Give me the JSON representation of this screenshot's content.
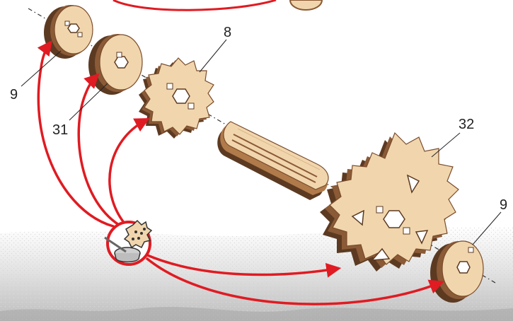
{
  "diagram": {
    "parts": [
      {
        "id": "washer-9-top",
        "label": "9"
      },
      {
        "id": "washer-31",
        "label": "31"
      },
      {
        "id": "gear-8",
        "label": "8"
      },
      {
        "id": "axle",
        "label": ""
      },
      {
        "id": "gear-32",
        "label": "32"
      },
      {
        "id": "washer-9-bottom",
        "label": "9"
      }
    ],
    "colors": {
      "wood_face": "#f1d6ad",
      "wood_edge": "#8b5a36",
      "wood_dark": "#5c3a22",
      "arrow": "#e01b22",
      "axis_line": "#333333",
      "floor": "#c9c9c9"
    },
    "icons": {
      "glue_pot": "glue-pot-icon"
    }
  }
}
